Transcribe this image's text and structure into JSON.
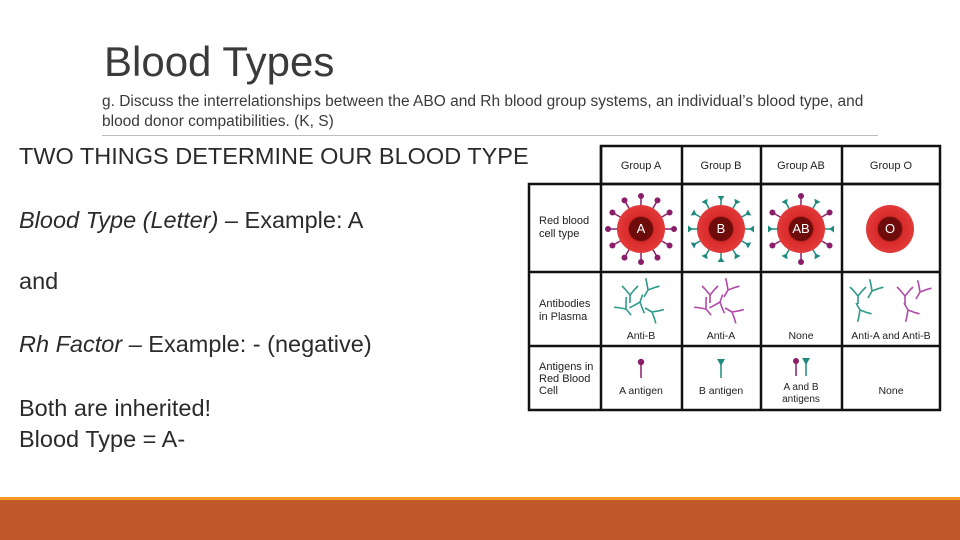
{
  "slide": {
    "title": "Blood Types",
    "subtitle": "g. Discuss the interrelationships between the ABO and Rh blood group systems, an individual’s blood type, and blood donor compatibilities. (K, S)"
  },
  "body": {
    "heading": "TWO THINGS DETERMINE OUR BLOOD TYPE",
    "line1_italic": "Blood Type (Letter)",
    "line1_rest": " – Example: A",
    "and": "and",
    "line2_italic": "Rh Factor",
    "line2_rest": " – Example: - (negative)",
    "inherited": "Both are inherited!",
    "result": "Blood Type = A-"
  },
  "table": {
    "columns": [
      "Group A",
      "Group B",
      "Group AB",
      "Group O"
    ],
    "rows": {
      "rbc": {
        "label1": "Red blood",
        "label2": "cell type"
      },
      "antibodies": {
        "label1": "Antibodies",
        "label2": "in Plasma"
      },
      "antigens": {
        "label1": "Antigens in",
        "label2": "Red Blood",
        "label3": "Cell"
      }
    },
    "cells": {
      "a": "A",
      "b": "B",
      "ab": "AB",
      "o": "O"
    },
    "antibody_labels": [
      "Anti-B",
      "Anti-A",
      "None",
      "Anti-A and Anti-B"
    ],
    "antigen_labels": {
      "a": "A antigen",
      "b": "B antigen",
      "ab1": "A and B",
      "ab2": "antigens",
      "o": "None"
    },
    "colors": {
      "antigen_a": "#8a1e6a",
      "antigen_b": "#1f8a80",
      "cell_red": "#d92a2a",
      "cell_dark": "#6e0c0c"
    }
  },
  "theme": {
    "accent_orange": "#f39a24",
    "footer": "#c0582a"
  }
}
